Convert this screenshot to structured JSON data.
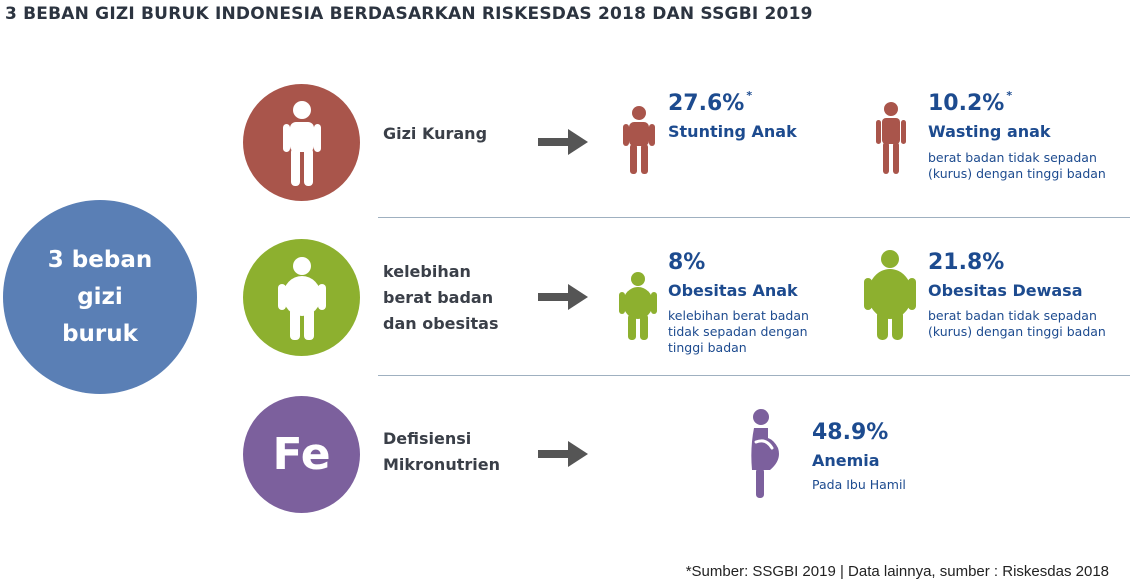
{
  "title": "3 BEBAN GIZI BURUK INDONESIA BERDASARKAN RISKESDAS 2018 DAN SSGBI 2019",
  "center": {
    "lines": [
      "3 beban",
      "gizi",
      "buruk"
    ]
  },
  "colors": {
    "red": "#a9554b",
    "green": "#8db02f",
    "purple": "#7c609d",
    "blue": "#5a7fb5",
    "stat_text": "#1d4b8f",
    "arrow": "#555555"
  },
  "rows": [
    {
      "label_lines": [
        "Gizi Kurang"
      ],
      "icon": "child-icon",
      "stats": [
        {
          "value": "27.6%",
          "marker": "*",
          "label": "Stunting Anak",
          "desc": []
        },
        {
          "value": "10.2%",
          "marker": "*",
          "label": "Wasting anak",
          "desc": [
            "berat badan tidak sepadan",
            "(kurus) dengan tinggi badan"
          ]
        }
      ]
    },
    {
      "label_lines": [
        "kelebihan",
        "berat badan",
        "dan obesitas"
      ],
      "icon": "obese-child-icon",
      "stats": [
        {
          "value": "8%",
          "marker": "",
          "label": "Obesitas Anak",
          "desc": [
            "kelebihan berat badan",
            "tidak sepadan dengan",
            "tinggi badan"
          ]
        },
        {
          "value": "21.8%",
          "marker": "",
          "label": "Obesitas Dewasa",
          "desc": [
            "berat badan tidak sepadan",
            "(kurus) dengan tinggi badan"
          ]
        }
      ]
    },
    {
      "label_lines": [
        "Defisiensi",
        "Mikronutrien"
      ],
      "icon_text": "Fe",
      "stats": [
        {
          "value": "48.9%",
          "marker": "",
          "label": "Anemia",
          "desc": [
            "Pada Ibu Hamil"
          ]
        }
      ]
    }
  ],
  "footnote": "*Sumber: SSGBI 2019 | Data lainnya, sumber : Riskesdas 2018"
}
